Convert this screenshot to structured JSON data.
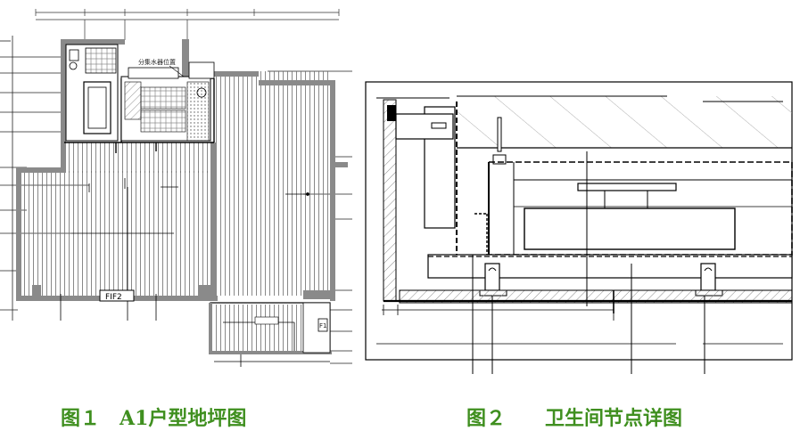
{
  "figures": [
    {
      "id": "fig1",
      "caption": "图１　A1户型地坪图",
      "labels": {
        "valve": "分集水器位置",
        "tag_bottom": "FIF2",
        "balcony_mark": "F1"
      }
    },
    {
      "id": "fig2",
      "caption": "图２　　卫生间节点详图"
    }
  ],
  "colors": {
    "caption": "#3f8f1f",
    "line": "#000000",
    "wall_gray": "#8a8a8a",
    "hatch": "#9a9a9a"
  }
}
